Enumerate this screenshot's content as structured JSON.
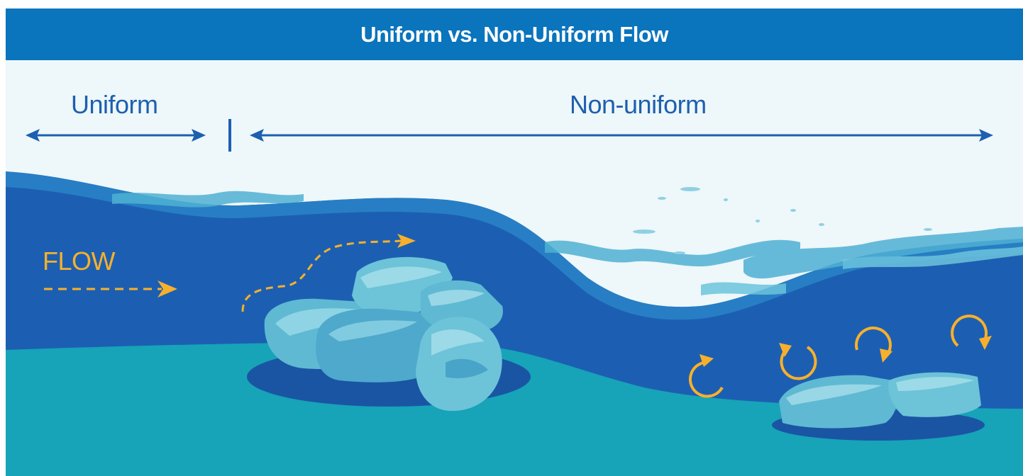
{
  "title": "Uniform vs. Non-Uniform Flow",
  "labels": {
    "uniform": "Uniform",
    "non_uniform": "Non-uniform",
    "flow": "FLOW"
  },
  "icons": [
    "double-arrow-icon",
    "divider-tick-icon",
    "flow-arrow-icon",
    "eddy-arrow-icon",
    "rock-icon"
  ],
  "colors": {
    "title_bar": "#0a74bd",
    "sky": "#eef7f9",
    "water_deep": "#1c5fb2",
    "water_mid": "#2b86c8",
    "riverbed": "#17a3b8",
    "rock_light": "#72c7d8",
    "rock_shadow": "#3a9fc4",
    "arrows_dimension": "#1d5fb0",
    "label_text": "#1d5fb0",
    "flow_accent": "#f7b02c"
  }
}
